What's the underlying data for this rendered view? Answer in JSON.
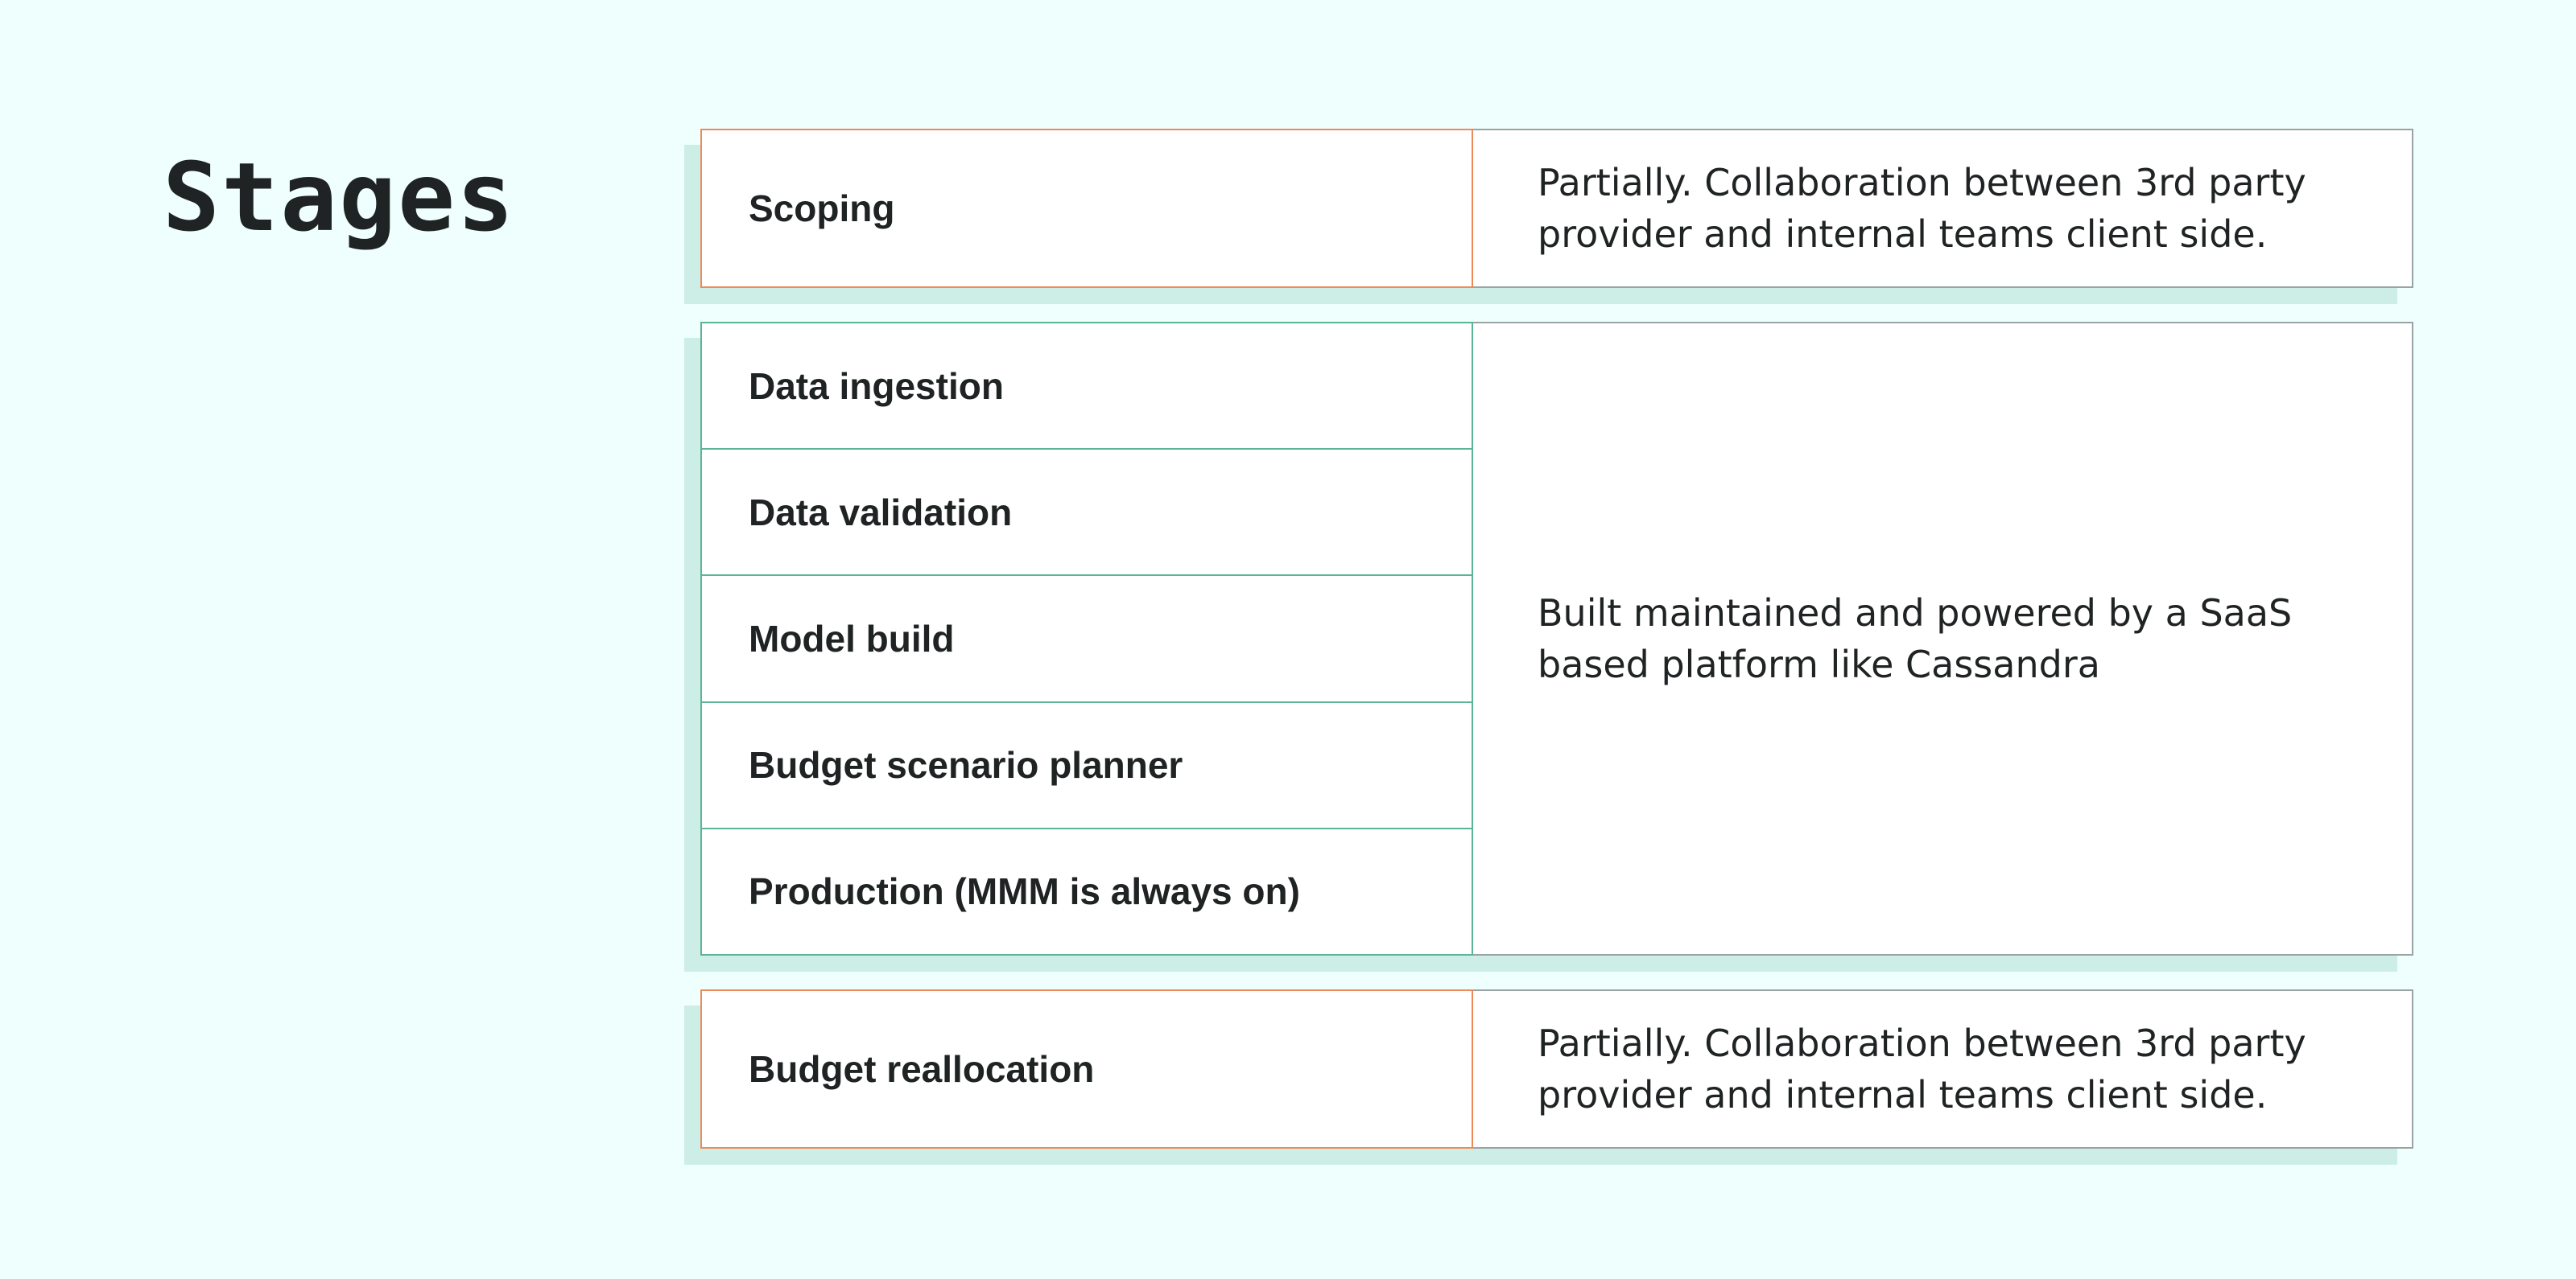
{
  "page": {
    "title": "Stages"
  },
  "groups": [
    {
      "stages": [
        "Scoping"
      ],
      "description": "Partially. Collaboration between 3rd party provider and internal teams client side.",
      "accent": "#ee8a58"
    },
    {
      "stages": [
        "Data ingestion",
        "Data validation",
        "Model build",
        "Budget scenario planner",
        "Production (MMM is always on)"
      ],
      "description": "Built maintained and powered by a SaaS based platform like Cassandra",
      "accent": "#5ab594"
    },
    {
      "stages": [
        "Budget reallocation"
      ],
      "description": "Partially. Collaboration between 3rd party provider and internal teams client side.",
      "accent": "#ee8a58"
    }
  ],
  "colors": {
    "background": "#effffd",
    "shadow": "#cdeee6",
    "text": "#1f2323"
  }
}
